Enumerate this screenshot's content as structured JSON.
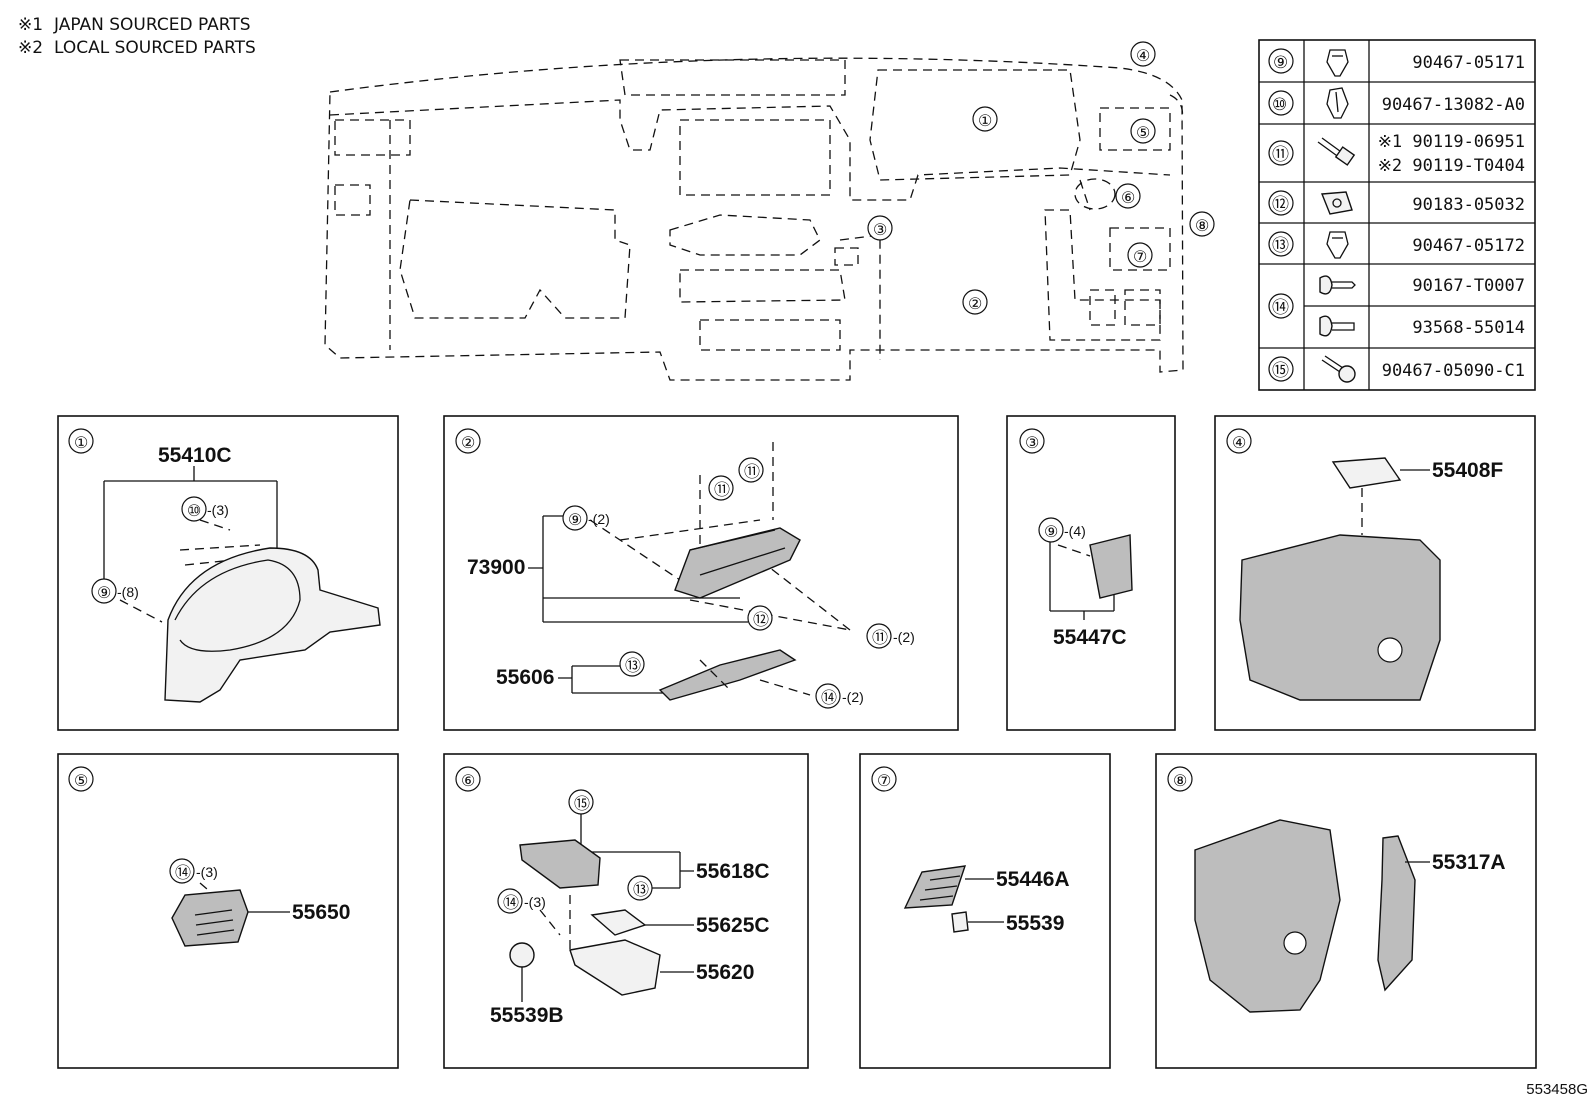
{
  "notes": [
    {
      "mark": "※1",
      "text": "JAPAN SOURCED PARTS"
    },
    {
      "mark": "※2",
      "text": "LOCAL SOURCED PARTS"
    }
  ],
  "drawing_code": "553458G",
  "overview_callouts": [
    "①",
    "②",
    "③",
    "④",
    "⑤",
    "⑥",
    "⑦",
    "⑧"
  ],
  "fastener_table": [
    {
      "ref": "⑨",
      "icon": "clip-icon",
      "parts": [
        "90467-05171"
      ]
    },
    {
      "ref": "⑩",
      "icon": "clip-icon",
      "parts": [
        "90467-13082-A0"
      ]
    },
    {
      "ref": "⑪",
      "icon": "bolt-icon",
      "parts": [
        "※1 90119-06951",
        "※2 90119-T0404"
      ]
    },
    {
      "ref": "⑫",
      "icon": "nut-clip-icon",
      "parts": [
        "90183-05032"
      ]
    },
    {
      "ref": "⑬",
      "icon": "clip-icon",
      "parts": [
        "90467-05172"
      ]
    },
    {
      "ref": "⑭",
      "icon": "screw-icon",
      "parts": [
        "90167-T0007"
      ]
    },
    {
      "ref": "⑭b",
      "icon": "screw-icon",
      "parts": [
        "93568-55014"
      ]
    },
    {
      "ref": "⑮",
      "icon": "pin-icon",
      "parts": [
        "90467-05090-C1"
      ]
    }
  ],
  "panels": {
    "p1": {
      "num": "①",
      "part": "55410C",
      "c10": "⑩",
      "q10": "-(3)",
      "c9": "⑨",
      "q9": "-(8)"
    },
    "p2": {
      "num": "②",
      "part1": "73900",
      "part2": "55606",
      "c9": "⑨",
      "q9": "-(2)",
      "c11a": "⑪",
      "c11b": "⑪",
      "c11c": "⑪",
      "q11c": "-(2)",
      "c12": "⑫",
      "c13": "⑬",
      "c14": "⑭",
      "q14": "-(2)"
    },
    "p3": {
      "num": "③",
      "part": "55447C",
      "c9": "⑨",
      "q9": "-(4)"
    },
    "p4": {
      "num": "④",
      "part": "55408F"
    },
    "p5": {
      "num": "⑤",
      "part": "55650",
      "c14": "⑭",
      "q14": "-(3)"
    },
    "p6": {
      "num": "⑥",
      "c15": "⑮",
      "c13": "⑬",
      "c14": "⑭",
      "q14": "-(3)",
      "part1": "55618C",
      "part2": "55625C",
      "part3": "55620",
      "part4": "55539B"
    },
    "p7": {
      "num": "⑦",
      "part1": "55446A",
      "part2": "55539"
    },
    "p8": {
      "num": "⑧",
      "part": "55317A"
    }
  }
}
